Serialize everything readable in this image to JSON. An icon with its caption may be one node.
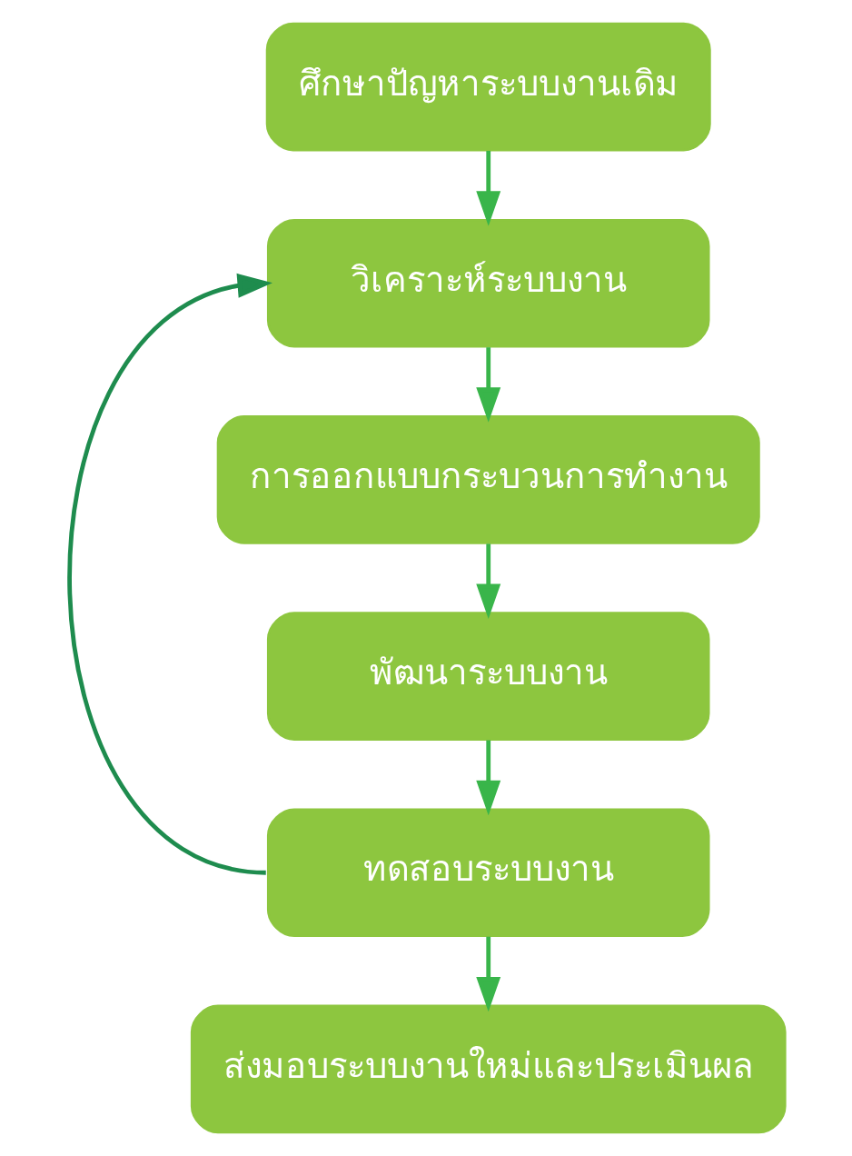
{
  "diagram": {
    "nodes": [
      {
        "text": [
          "ศึกษาปัญหาระบบงานเดิม"
        ]
      },
      {
        "text": [
          "วิเคราะห์ระบบงาน"
        ]
      },
      {
        "text": [
          "การออกแบบกระบวนการทำงาน"
        ]
      },
      {
        "text": [
          "พัฒนาระบบงาน"
        ]
      },
      {
        "text": [
          "ทดสอบระบบงาน"
        ]
      },
      {
        "text": [
          "ส่งมอบระบบงานใหม่และประเมินผล"
        ]
      }
    ],
    "edges": [
      {
        "from": 0,
        "to": 1,
        "arrow": "to"
      },
      {
        "from": 1,
        "to": 2,
        "arrow": "to"
      },
      {
        "from": 2,
        "to": 3,
        "arrow": "to"
      },
      {
        "from": 3,
        "to": 4,
        "arrow": "to"
      },
      {
        "from": 4,
        "to": 5,
        "arrow": "to"
      },
      {
        "from": 4,
        "to": 1,
        "arrow": "to",
        "color": "#1e8c4e"
      }
    ]
  }
}
